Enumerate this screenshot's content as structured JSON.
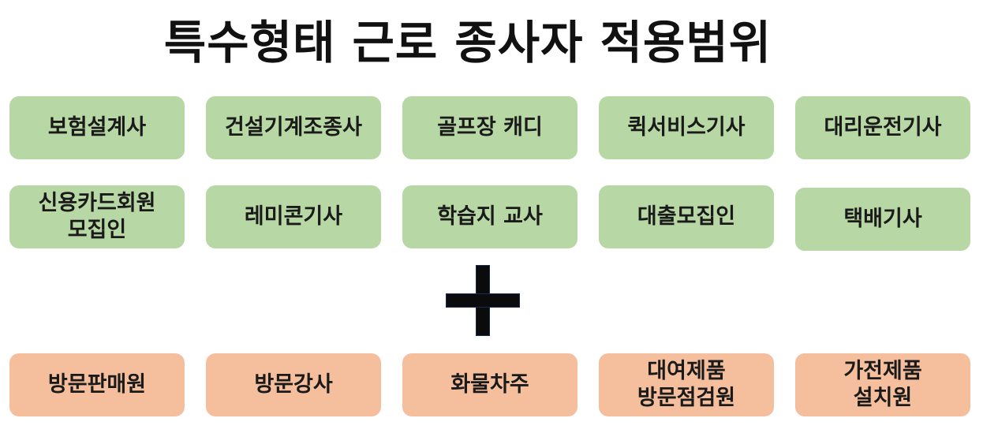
{
  "title": "특수형태 근로 종사자 적용범위",
  "colors": {
    "green_box": "#b7d7a4",
    "orange_box": "#f5bf9d",
    "plus": "#0b0b0b"
  },
  "plus_symbol": "plus-icon",
  "green_row1": [
    {
      "line1": "보험설계사"
    },
    {
      "line1": "건설기계조종사"
    },
    {
      "line1": "골프장 캐디"
    },
    {
      "line1": "퀵서비스기사"
    },
    {
      "line1": "대리운전기사"
    }
  ],
  "green_row2": [
    {
      "line1": "신용카드회원",
      "line2": "모집인"
    },
    {
      "line1": "레미콘기사"
    },
    {
      "line1": "학습지 교사"
    },
    {
      "line1": "대출모집인"
    },
    {
      "line1": "택배기사"
    }
  ],
  "orange_row": [
    {
      "line1": "방문판매원"
    },
    {
      "line1": "방문강사"
    },
    {
      "line1": "화물차주"
    },
    {
      "line1": "대여제품",
      "line2": "방문점검원"
    },
    {
      "line1": "가전제품",
      "line2": "설치원"
    }
  ]
}
